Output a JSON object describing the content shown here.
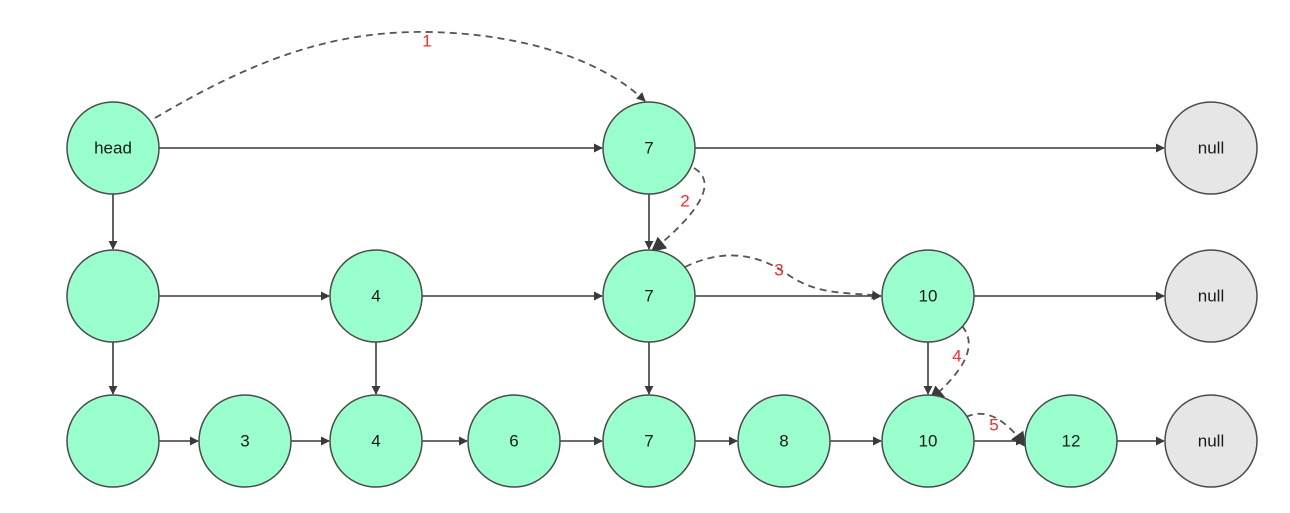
{
  "colors": {
    "node_fill": "#99ffcc",
    "null_fill": "#e6e6e6",
    "stroke": "#4a4a4a",
    "edge": "#3a3a3a",
    "search_path": "#555555",
    "step_label": "#ff2a2a"
  },
  "nodes": [
    {
      "id": "h2",
      "label": "head",
      "kind": "node"
    },
    {
      "id": "a2",
      "label": "7",
      "kind": "node"
    },
    {
      "id": "n2",
      "label": "null",
      "kind": "null"
    },
    {
      "id": "h1",
      "label": "",
      "kind": "node"
    },
    {
      "id": "b1",
      "label": "4",
      "kind": "node"
    },
    {
      "id": "a1",
      "label": "7",
      "kind": "node"
    },
    {
      "id": "c1",
      "label": "10",
      "kind": "node"
    },
    {
      "id": "n1",
      "label": "null",
      "kind": "null"
    },
    {
      "id": "h0",
      "label": "",
      "kind": "node"
    },
    {
      "id": "d0",
      "label": "3",
      "kind": "node"
    },
    {
      "id": "b0",
      "label": "4",
      "kind": "node"
    },
    {
      "id": "e0",
      "label": "6",
      "kind": "node"
    },
    {
      "id": "a0",
      "label": "7",
      "kind": "node"
    },
    {
      "id": "f0",
      "label": "8",
      "kind": "node"
    },
    {
      "id": "c0",
      "label": "10",
      "kind": "node"
    },
    {
      "id": "g0",
      "label": "12",
      "kind": "node"
    },
    {
      "id": "n0",
      "label": "null",
      "kind": "null"
    }
  ],
  "edges": [
    {
      "from": "h2",
      "to": "a2"
    },
    {
      "from": "a2",
      "to": "n2"
    },
    {
      "from": "h1",
      "to": "b1"
    },
    {
      "from": "b1",
      "to": "a1"
    },
    {
      "from": "a1",
      "to": "c1"
    },
    {
      "from": "c1",
      "to": "n1"
    },
    {
      "from": "h0",
      "to": "d0"
    },
    {
      "from": "d0",
      "to": "b0"
    },
    {
      "from": "b0",
      "to": "e0"
    },
    {
      "from": "e0",
      "to": "a0"
    },
    {
      "from": "a0",
      "to": "f0"
    },
    {
      "from": "f0",
      "to": "c0"
    },
    {
      "from": "c0",
      "to": "g0"
    },
    {
      "from": "g0",
      "to": "n0"
    },
    {
      "from": "h2",
      "to": "h1"
    },
    {
      "from": "h1",
      "to": "h0"
    },
    {
      "from": "a2",
      "to": "a1"
    },
    {
      "from": "a1",
      "to": "a0"
    },
    {
      "from": "b1",
      "to": "b0"
    },
    {
      "from": "c1",
      "to": "c0"
    }
  ],
  "search_steps": [
    {
      "label": "1",
      "from": "h2",
      "to": "a2"
    },
    {
      "label": "2",
      "from": "a2",
      "to": "a1"
    },
    {
      "label": "3",
      "from": "a1",
      "to": "c1"
    },
    {
      "label": "4",
      "from": "c1",
      "to": "c0"
    },
    {
      "label": "5",
      "from": "c0",
      "to": "g0"
    }
  ]
}
